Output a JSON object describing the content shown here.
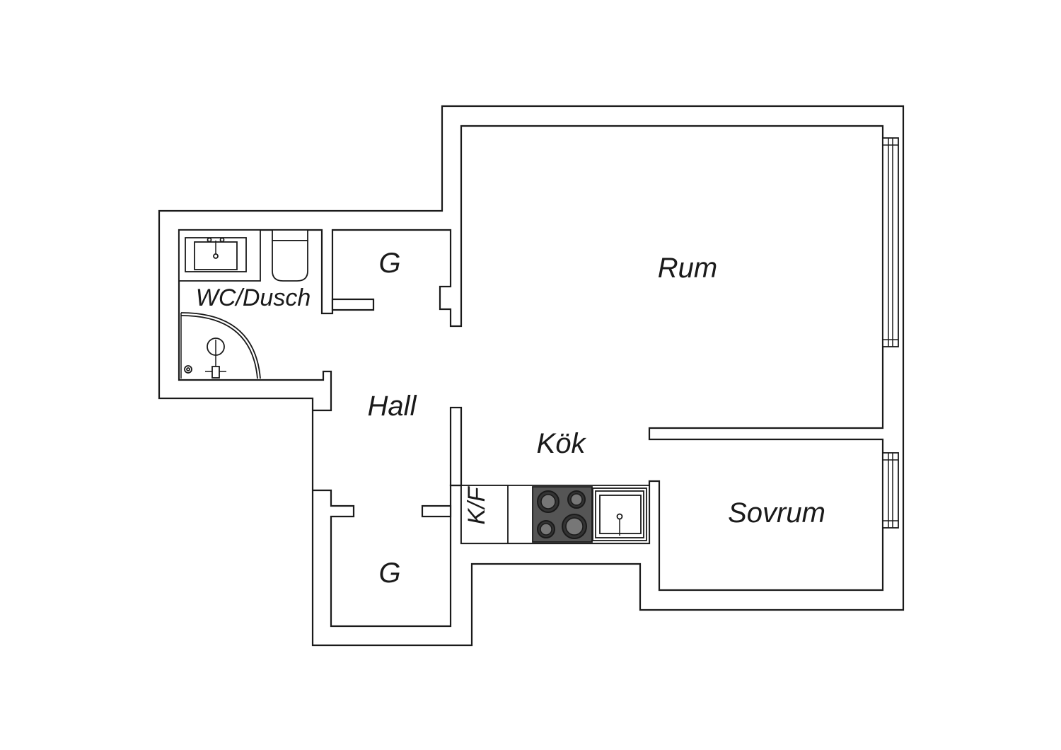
{
  "rooms": {
    "rum": "Rum",
    "sovrum": "Sovrum",
    "kok": "Kök",
    "hall": "Hall",
    "wc": "WC/Dusch",
    "closet_upper": "G",
    "closet_lower": "G",
    "fridge": "K/F"
  },
  "colors": {
    "line": "#1a1a1a",
    "background": "#ffffff",
    "stove": "#555555"
  }
}
